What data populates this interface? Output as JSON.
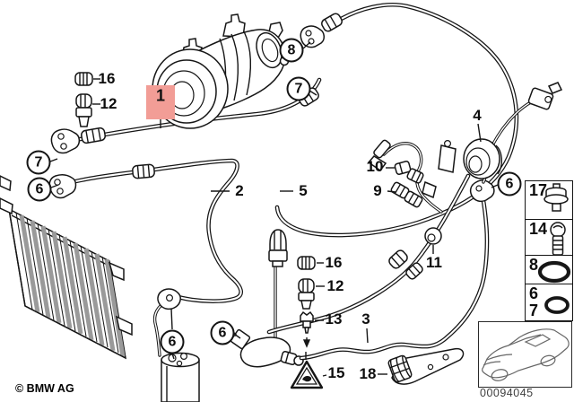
{
  "footer": {
    "copyright": "© BMW AG",
    "image_number": "00094045"
  },
  "highlight": {
    "label": "1",
    "color": "#f29d96"
  },
  "callouts": {
    "circled": [
      {
        "label": "8"
      },
      {
        "label": "7"
      },
      {
        "label": "7"
      },
      {
        "label": "6"
      },
      {
        "label": "6"
      },
      {
        "label": "6"
      },
      {
        "label": "6"
      }
    ],
    "plain": [
      {
        "label": "16"
      },
      {
        "label": "12"
      },
      {
        "label": "2"
      },
      {
        "label": "5"
      },
      {
        "label": "4"
      },
      {
        "label": "10"
      },
      {
        "label": "9"
      },
      {
        "label": "11"
      },
      {
        "label": "16"
      },
      {
        "label": "12"
      },
      {
        "label": "13"
      },
      {
        "label": "3"
      },
      {
        "label": "15"
      },
      {
        "label": "18"
      }
    ]
  },
  "legend": {
    "rows": [
      {
        "labels": [
          "17"
        ],
        "part": "service-valve"
      },
      {
        "labels": [
          "14"
        ],
        "part": "socket-head-bolt"
      },
      {
        "labels": [
          "8"
        ],
        "part": "o-ring-large"
      },
      {
        "labels": [
          "6",
          "7"
        ],
        "part": "o-ring-small"
      }
    ]
  }
}
